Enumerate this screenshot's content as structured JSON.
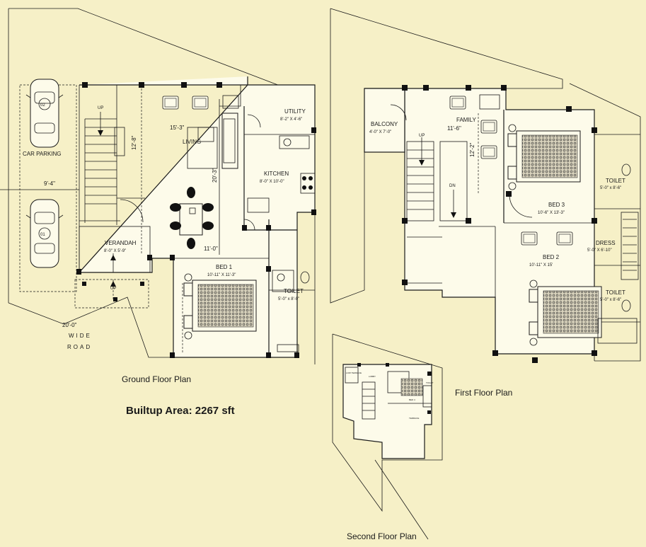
{
  "captions": {
    "ground": "Ground Floor Plan",
    "first": "First Floor Plan",
    "second": "Second Floor Plan",
    "builtup": "Builtup Area: 2267 sft"
  },
  "ground_floor": {
    "car_parking": "CAR PARKING",
    "car1": "01",
    "car2": "02",
    "width_dim": "9'-4\"",
    "road_line1": "20'-0\"",
    "road_line2": "WIDE",
    "road_line3": "ROAD",
    "up1": "UP",
    "up2": "UP",
    "dim_15_3": "15'-3\"",
    "dim_12_8": "12'-8\"",
    "dim_20_3": "20'-3\"",
    "dim_11_0": "11'-0\"",
    "living": "LIVING",
    "utility": "UTILITY",
    "utility_size": "8'-2\" X 4'-6\"",
    "kitchen": "KITCHEN",
    "kitchen_size": "8'-0\" X 10'-0\"",
    "verandah": "VERANDAH",
    "verandah_size": "8'-0\" X 5'-9\"",
    "bed1": "BED 1",
    "bed1_size": "10'-11\" X 11'-3\"",
    "toilet": "TOILET",
    "toilet_size": "5'-0\" x 8'-0\""
  },
  "first_floor": {
    "balcony": "BALCONY",
    "balcony_size": "4'-0\" X 7'-0\"",
    "family": "FAMILY",
    "family_dim": "11'-6\"",
    "dim_12_2": "12'-2\"",
    "up": "UP",
    "dn": "DN",
    "bed3": "BED 3",
    "bed3_size": "10'-6\" X 13'-3\"",
    "bed2": "BED 2",
    "bed2_size": "10'-11\" X 15'",
    "toilet_a": "TOILET",
    "toilet_a_size": "5'-0\" x 8'-6\"",
    "dress": "DRESS",
    "dress_size": "5'-0\" X 6'-10\"",
    "toilet_b": "TOILET",
    "toilet_b_size": "5'-0\" x 8'-6\""
  },
  "second_floor": {
    "label_a": "LOW TERRACE",
    "label_b": "LOBBY",
    "label_c": "BED 4",
    "label_d": "TERRACE",
    "label_e": "TOILET"
  }
}
